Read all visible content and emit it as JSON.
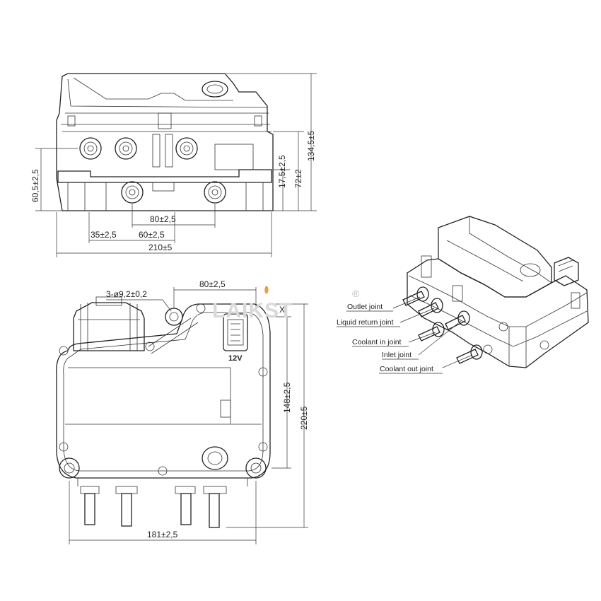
{
  "brand": {
    "name": "LAIKST",
    "registered": "®"
  },
  "front_view": {
    "dimensions": {
      "total_height": "134,5±5",
      "height_72": "72±2",
      "height_17": "17,5±2,5",
      "height_60": "60,5±2,5",
      "width_80": "80±2,5",
      "offset_35": "35±2,5",
      "spacing_60": "60±2,5",
      "total_width": "210±5"
    }
  },
  "top_view": {
    "dimensions": {
      "hole_spec": "3-ø9,2±0,2",
      "width_80": "80±2,5",
      "depth_148": "148±2,5",
      "depth_220": "220±5",
      "width_181": "181±2,5"
    },
    "connector_voltage": "12V",
    "marker": "X"
  },
  "iso_view": {
    "labels": {
      "outlet": "Outlet  joint",
      "liquid_return": "Liquid return joint",
      "coolant_in": "Coolant in joint",
      "inlet": "Inlet  joint",
      "coolant_out": "Coolant out joint"
    }
  }
}
